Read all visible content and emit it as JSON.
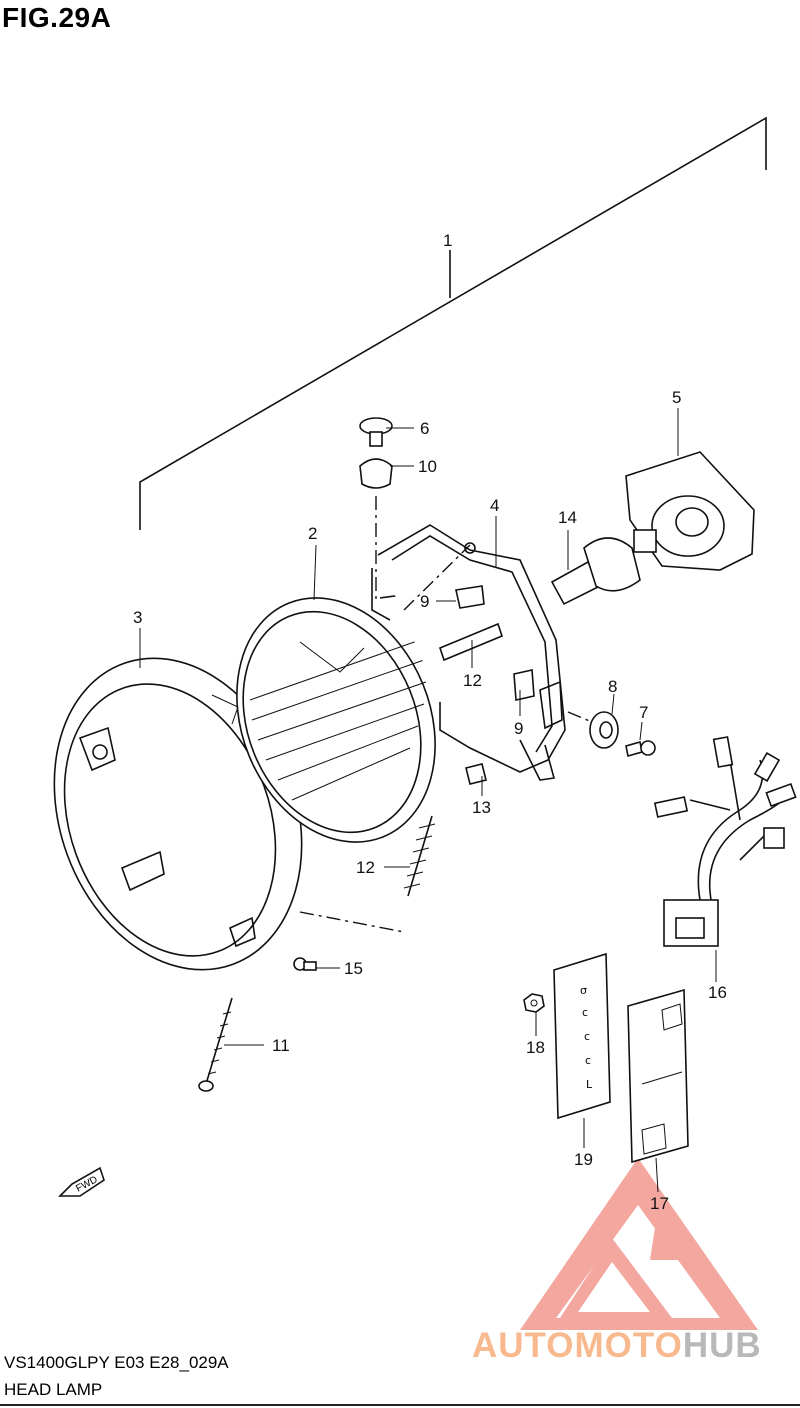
{
  "figure": {
    "title": "FIG.29A",
    "model_code": "VS1400GLPY E03 E28_029A",
    "name": "HEAD LAMP"
  },
  "fwd_label": "FWD",
  "callouts": [
    "1",
    "2",
    "3",
    "4",
    "5",
    "6",
    "7",
    "8",
    "9",
    "9",
    "10",
    "11",
    "12",
    "12",
    "13",
    "14",
    "15",
    "16",
    "17",
    "18",
    "19"
  ],
  "watermark": {
    "part1": "AUTOMOTO",
    "part2": "HUB",
    "color_primary": "#f7b98d",
    "color_secondary": "#b8b8b8",
    "logo_color": "#f08a80"
  },
  "colors": {
    "line": "#111111",
    "background": "#ffffff"
  }
}
